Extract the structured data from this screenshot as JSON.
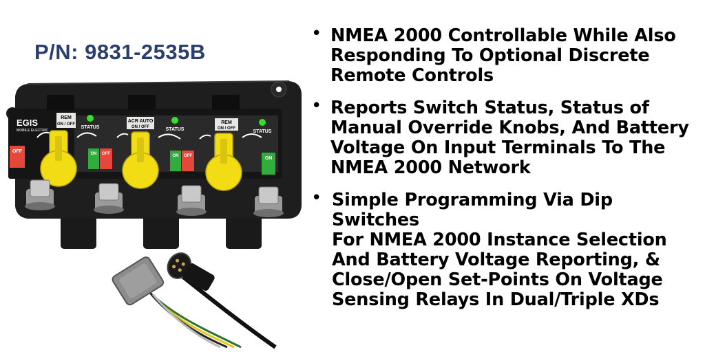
{
  "part_number": "P/N: 9831-2535B",
  "bullets": [
    {
      "text": "NMEA 2000 Controllable While Also\nResponding To Optional Discrete\nRemote Controls"
    },
    {
      "text": "Reports Switch Status, Status of\nManual Override Knobs, And Battery\nVoltage On Input Terminals To The\nNMEA 2000 Network"
    },
    {
      "text": "Simple Programming Via Dip Switches\nFor NMEA 2000 Instance Selection\nAnd Battery Voltage Reporting, &\nClose/Open Set-Points On Voltage\nSensing Relays In Dual/Triple XDs"
    }
  ],
  "device": {
    "brand": "EGIS",
    "brand_sub": "MOBILE ELECTRIC",
    "knob_labels": [
      "REM ON/OFF",
      "ACR AUTO ON/OFF",
      "REM ON/OFF"
    ],
    "status_label": "STATUS",
    "off_label": "OFF",
    "on_label": "ON",
    "colors": {
      "body": "#1c1c1c",
      "knob": "#f2dc13",
      "led": "#3adc2a",
      "off_badge": "#e5483a",
      "on_badge": "#2fae3c",
      "panel": "#d6d6d2"
    }
  }
}
